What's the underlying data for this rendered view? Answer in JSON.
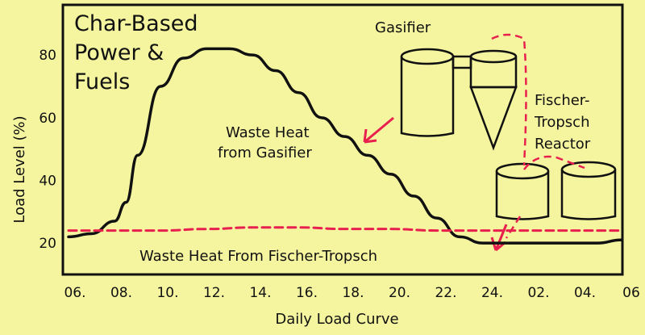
{
  "chart_data": {
    "type": "line",
    "title_lines": [
      "Char-Based",
      "Power &",
      "Fuels"
    ],
    "xlabel": "Daily Load Curve",
    "ylabel": "Load Level (%)",
    "x_ticks": [
      "06.",
      "08.",
      "10.",
      "12.",
      "14.",
      "16.",
      "18.",
      "20.",
      "22.",
      "24.",
      "02.",
      "04.",
      "06"
    ],
    "y_ticks": [
      20,
      40,
      60,
      80
    ],
    "xlim": [
      0,
      24
    ],
    "ylim": [
      10,
      96
    ],
    "grid": false,
    "series": [
      {
        "style": "solid",
        "color": "#111111",
        "x": [
          0,
          1,
          2,
          2.5,
          3,
          4,
          5,
          6,
          7,
          8,
          9,
          10,
          11,
          12,
          13,
          14,
          15,
          16,
          17,
          18,
          19,
          20,
          21,
          22,
          23,
          24
        ],
        "y": [
          22,
          23,
          27,
          33,
          48,
          70,
          79,
          82,
          82,
          80,
          75,
          68,
          60,
          54,
          48,
          42,
          35,
          28,
          22,
          20,
          20,
          20,
          20,
          20,
          20,
          21
        ]
      },
      {
        "style": "dashed",
        "color": "#e8204e",
        "x": [
          0,
          2,
          4,
          6,
          8,
          10,
          12,
          14,
          16,
          18,
          20,
          22,
          24
        ],
        "y": [
          24,
          24,
          24,
          24.5,
          25,
          25,
          24.5,
          24.5,
          24,
          24,
          24,
          24,
          24
        ]
      }
    ],
    "annotations": [
      {
        "lines": [
          "Gasifier"
        ]
      },
      {
        "lines": [
          "Waste Heat",
          "from Gasifier"
        ]
      },
      {
        "lines": [
          "Fischer-",
          "Tropsch",
          "Reactor"
        ]
      },
      {
        "lines": [
          "Waste Heat From Fischer-Tropsch"
        ]
      }
    ],
    "accent_color": "#e8204e",
    "background_color": "#f5f5a0"
  }
}
